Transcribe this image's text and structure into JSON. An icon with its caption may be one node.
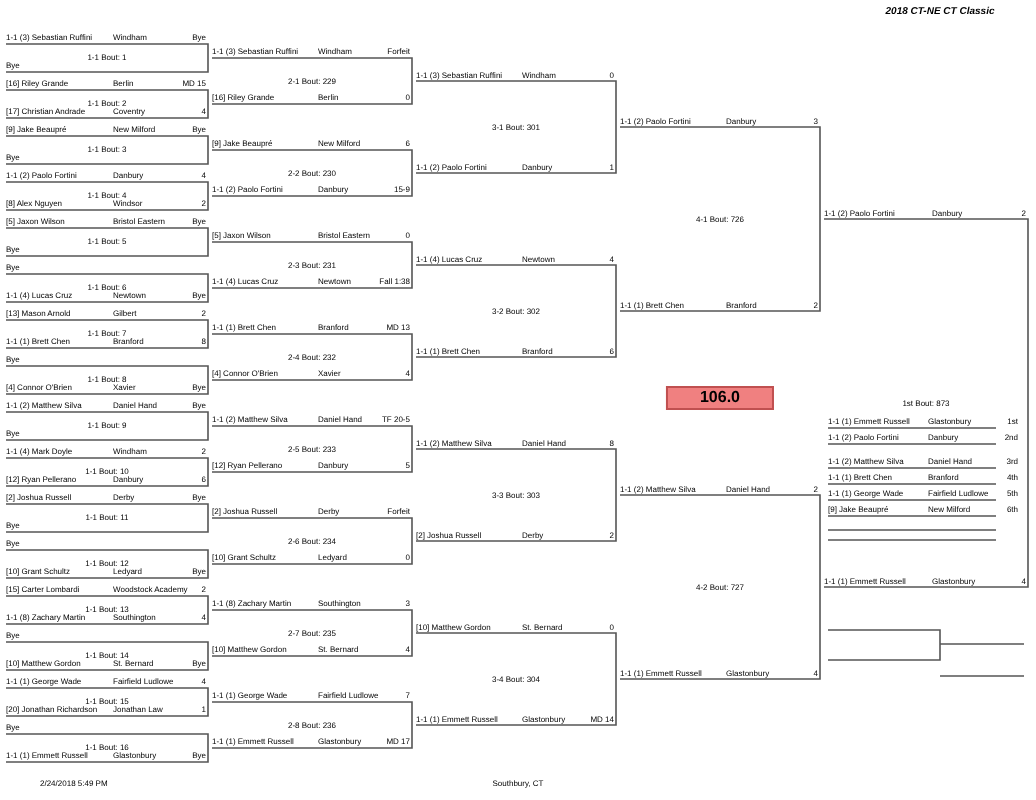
{
  "diagram": {
    "title": "2018 CT-NE CT Classic",
    "labels": [
      "1-1 (3) Sebastian Ruffini",
      "Windham",
      "Bye",
      "1-1 Bout: 1",
      "Bye",
      "[16] Riley Grande",
      "Berlin",
      "MD 15",
      "1-1 Bout: 2",
      "[17] Christian Andrade",
      "Coventry",
      "4",
      "[9] Jake Beaupré",
      "New Milford",
      "Bye",
      "1-1 Bout: 3",
      "Bye",
      "1-1 (2) Paolo Fortini",
      "Danbury",
      "4",
      "1-1 Bout: 4",
      "[8] Alex Nguyen",
      "Windsor",
      "2",
      "[5] Jaxon Wilson",
      "Bristol Eastern",
      "Bye",
      "1-1 Bout: 5",
      "Bye",
      "Bye",
      "1-1 Bout: 6",
      "1-1 (4) Lucas Cruz",
      "Newtown",
      "Bye",
      "[13] Mason Arnold",
      "Gilbert",
      "2",
      "1-1 Bout: 7",
      "1-1 (1) Brett Chen",
      "Branford",
      "8",
      "Bye",
      "1-1 Bout: 8",
      "[4] Connor O'Brien",
      "Xavier",
      "Bye",
      "1-1 (2) Matthew Silva",
      "Daniel Hand",
      "Bye",
      "1-1 Bout: 9",
      "Bye",
      "1-1 (4) Mark Doyle",
      "Windham",
      "2",
      "1-1 Bout: 10",
      "[12] Ryan Pellerano",
      "Danbury",
      "6",
      "[2] Joshua Russell",
      "Derby",
      "Bye",
      "1-1 Bout: 11",
      "Bye",
      "Bye",
      "1-1 Bout: 12",
      "[10] Grant Schultz",
      "Ledyard",
      "Bye",
      "[15] Carter Lombardi",
      "Woodstock Academy",
      "2",
      "1-1 Bout: 13",
      "1-1 (8) Zachary Martin",
      "Southington",
      "4",
      "Bye",
      "1-1 Bout: 14",
      "[10] Matthew Gordon",
      "St. Bernard",
      "Bye",
      "1-1 (1) George Wade",
      "Fairfield Ludlowe",
      "4",
      "1-1 Bout: 15",
      "[20] Jonathan Richardson",
      "Jonathan Law",
      "1",
      "Bye",
      "1-1 Bout: 16",
      "1-1 (1) Emmett Russell",
      "Glastonbury",
      "Bye",
      "1-1 (3) Sebastian Ruffini",
      "Windham",
      "Forfeit",
      "2-1 Bout: 229",
      "[16] Riley Grande",
      "Berlin",
      "0",
      "[9] Jake Beaupré",
      "New Milford",
      "6",
      "2-2 Bout: 230",
      "1-1 (2) Paolo Fortini",
      "Danbury",
      "15-9",
      "[5] Jaxon Wilson",
      "Bristol Eastern",
      "0",
      "2-3 Bout: 231",
      "1-1 (4) Lucas Cruz",
      "Newtown",
      "Fall 1:38",
      "1-1 (1) Brett Chen",
      "Branford",
      "MD 13",
      "2-4 Bout: 232",
      "[4] Connor O'Brien",
      "Xavier",
      "4",
      "1-1 (2) Matthew Silva",
      "Daniel Hand",
      "TF 20-5",
      "2-5 Bout: 233",
      "[12] Ryan Pellerano",
      "Danbury",
      "5",
      "[2] Joshua Russell",
      "Derby",
      "Forfeit",
      "2-6 Bout: 234",
      "[10] Grant Schultz",
      "Ledyard",
      "0",
      "1-1 (8) Zachary Martin",
      "Southington",
      "3",
      "2-7 Bout: 235",
      "[10] Matthew Gordon",
      "St. Bernard",
      "4",
      "1-1 (1) George Wade",
      "Fairfield Ludlowe",
      "7",
      "2-8 Bout: 236",
      "1-1 (1) Emmett Russell",
      "Glastonbury",
      "MD 17",
      "1-1 (3) Sebastian Ruffini",
      "Windham",
      "0",
      "3-1 Bout: 301",
      "1-1 (2) Paolo Fortini",
      "Danbury",
      "1",
      "1-1 (4) Lucas Cruz",
      "Newtown",
      "4",
      "3-2 Bout: 302",
      "1-1 (1) Brett Chen",
      "Branford",
      "6",
      "1-1 (2) Matthew Silva",
      "Daniel Hand",
      "8",
      "3-3 Bout: 303",
      "[2] Joshua Russell",
      "Derby",
      "2",
      "[10] Matthew Gordon",
      "St. Bernard",
      "0",
      "3-4 Bout: 304",
      "1-1 (1) Emmett Russell",
      "Glastonbury",
      "MD 14",
      "1-1 (2) Paolo Fortini",
      "Danbury",
      "3",
      "4-1 Bout: 726",
      "1-1 (1) Brett Chen",
      "Branford",
      "2",
      "1-1 (2) Matthew Silva",
      "Daniel Hand",
      "2",
      "4-2 Bout: 727",
      "1-1 (1) Emmett Russell",
      "Glastonbury",
      "4",
      "1-1 (2) Paolo Fortini",
      "Danbury",
      "2",
      "1st Bout: 873",
      "1-1 (1) Emmett Russell",
      "Glastonbury",
      "4",
      "106.0",
      "1-1 (1) Emmett Russell",
      "Glastonbury",
      "1st",
      "1-1 (2) Paolo Fortini",
      "Danbury",
      "2nd",
      "1-1 (2) Matthew Silva",
      "Daniel Hand",
      "3rd",
      "1-1 (1) Brett Chen",
      "Branford",
      "4th",
      "1-1 (1) George Wade",
      "Fairfield Ludlowe",
      "5th",
      "[9] Jake Beaupré",
      "New Milford",
      "6th",
      "2/24/2018 5:49 PM",
      "Southbury, CT"
    ]
  }
}
